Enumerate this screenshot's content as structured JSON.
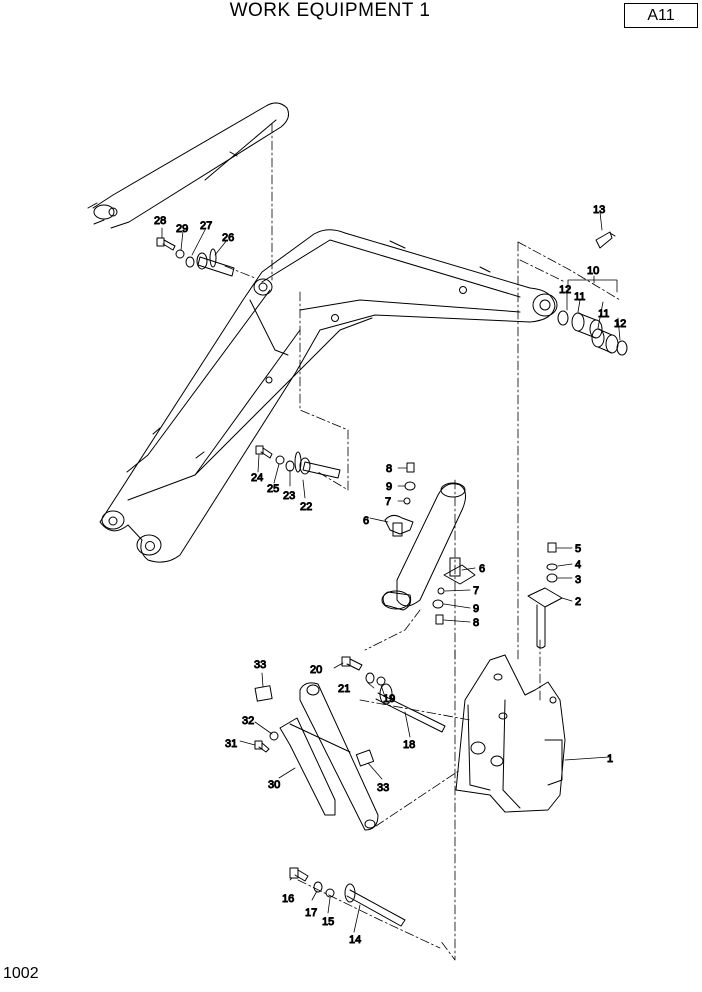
{
  "header": {
    "title": "WORK EQUIPMENT 1",
    "code": "A11"
  },
  "footer": {
    "page": "1002"
  },
  "labels": {
    "l1": "1",
    "l2": "2",
    "l3": "3",
    "l4": "4",
    "l5": "5",
    "l6a": "6",
    "l6b": "6",
    "l7a": "7",
    "l7b": "7",
    "l8a": "8",
    "l8b": "8",
    "l9a": "9",
    "l9b": "9",
    "l10": "10",
    "l11a": "11",
    "l11b": "11",
    "l12a": "12",
    "l12b": "12",
    "l13": "13",
    "l14": "14",
    "l15": "15",
    "l16": "16",
    "l17": "17",
    "l18": "18",
    "l19": "19",
    "l20": "20",
    "l21": "21",
    "l22": "22",
    "l23": "23",
    "l24": "24",
    "l25": "25",
    "l26": "26",
    "l27": "27",
    "l28": "28",
    "l29": "29",
    "l30": "30",
    "l31": "31",
    "l32": "32",
    "l33a": "33",
    "l33b": "33"
  }
}
